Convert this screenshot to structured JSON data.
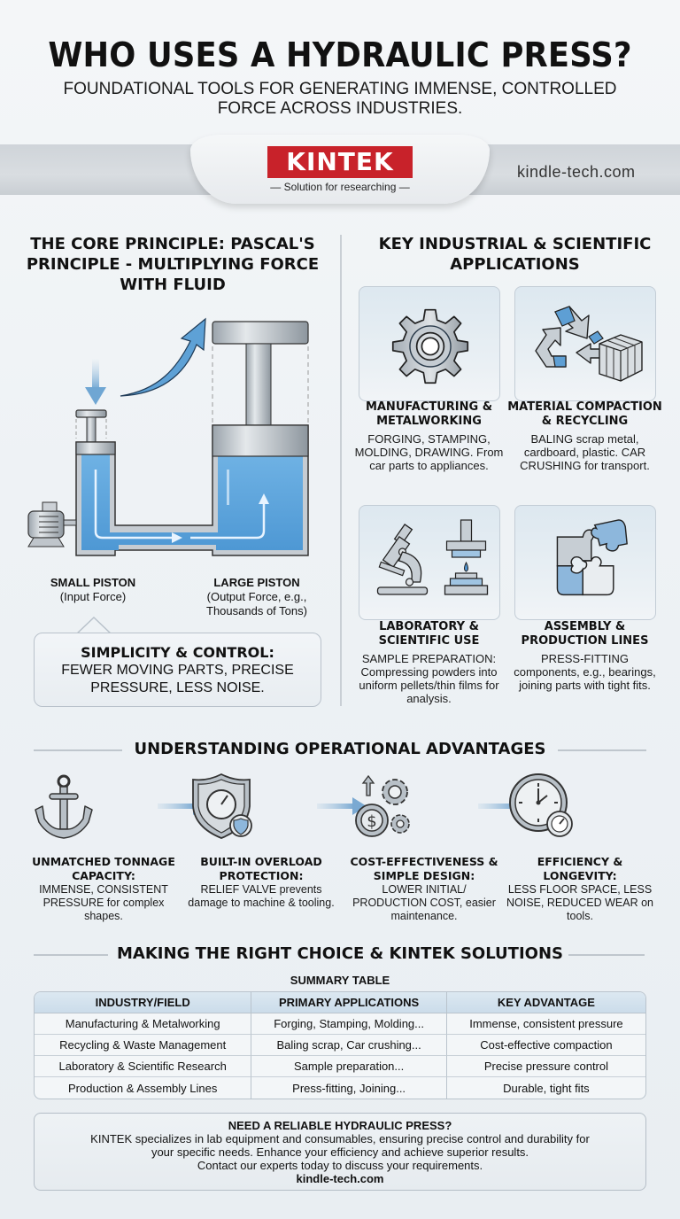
{
  "header": {
    "title": "WHO USES A HYDRAULIC PRESS?",
    "subtitle": "FOUNDATIONAL TOOLS FOR GENERATING IMMENSE, CONTROLLED FORCE ACROSS INDUSTRIES.",
    "logo": "KINTEK",
    "tagline": "— Solution for researching —",
    "site": "kindle-tech.com",
    "brand_color": "#c8222a"
  },
  "core": {
    "heading": "THE CORE PRINCIPLE: PASCAL'S PRINCIPLE - MULTIPLYING FORCE WITH FLUID",
    "small_piston_title": "SMALL PISTON",
    "small_piston_desc": "(Input Force)",
    "large_piston_title": "LARGE PISTON",
    "large_piston_desc": "(Output Force, e.g., Thousands of Tons)",
    "callout_title": "SIMPLICITY & CONTROL:",
    "callout_body": "FEWER MOVING PARTS, PRECISE PRESSURE, LESS NOISE.",
    "fluid_color": "#5ba4dc"
  },
  "applications": {
    "heading": "KEY INDUSTRIAL & SCIENTIFIC APPLICATIONS",
    "cards": [
      {
        "icon": "gear-icon",
        "title": "MANUFACTURING & METALWORKING",
        "body": "FORGING, STAMPING, MOLDING, DRAWING. From car parts to appliances."
      },
      {
        "icon": "recycle-bale-icon",
        "title": "MATERIAL COMPACTION & RECYCLING",
        "body": "BALING scrap metal, cardboard, plastic. CAR CRUSHING for transport."
      },
      {
        "icon": "microscope-press-icon",
        "title": "LABORATORY & SCIENTIFIC USE",
        "body": "SAMPLE PREPARATION: Compressing powders into uniform pellets/thin films for analysis."
      },
      {
        "icon": "puzzle-icon",
        "title": "ASSEMBLY & PRODUCTION LINES",
        "body": "PRESS-FITTING components, e.g., bearings, joining parts with tight fits."
      }
    ]
  },
  "advantages": {
    "heading": "UNDERSTANDING OPERATIONAL ADVANTAGES",
    "items": [
      {
        "icon": "anchor-icon",
        "title": "UNMATCHED TONNAGE CAPACITY:",
        "body": "IMMENSE, CONSISTENT PRESSURE for complex shapes."
      },
      {
        "icon": "shield-gauge-icon",
        "title": "BUILT-IN OVERLOAD PROTECTION:",
        "body": "RELIEF VALVE prevents damage to machine & tooling."
      },
      {
        "icon": "dollar-gears-icon",
        "title": "COST-EFFECTIVENESS & SIMPLE DESIGN:",
        "body": "LOWER INITIAL/ PRODUCTION COST, easier maintenance."
      },
      {
        "icon": "clock-gauge-icon",
        "title": "EFFICIENCY & LONGEVITY:",
        "body": "LESS FLOOR SPACE, LESS NOISE, REDUCED WEAR on tools."
      }
    ]
  },
  "summary": {
    "heading": "MAKING THE RIGHT CHOICE & KINTEK SOLUTIONS",
    "table_title": "SUMMARY TABLE",
    "columns": [
      "INDUSTRY/FIELD",
      "PRIMARY APPLICATIONS",
      "KEY ADVANTAGE"
    ],
    "rows": [
      [
        "Manufacturing & Metalworking",
        "Forging, Stamping, Molding...",
        "Immense, consistent pressure"
      ],
      [
        "Recycling & Waste Management",
        "Baling scrap, Car crushing...",
        "Cost-effective compaction"
      ],
      [
        "Laboratory & Scientific Research",
        "Sample preparation...",
        "Precise pressure control"
      ],
      [
        "Production & Assembly Lines",
        "Press-fitting, Joining...",
        "Durable, tight fits"
      ]
    ]
  },
  "cta": {
    "title": "NEED A RELIABLE HYDRAULIC PRESS?",
    "line1": "KINTEK specializes in lab equipment and consumables, ensuring precise control and durability for",
    "line2": "your specific needs. Enhance your efficiency and achieve superior results.",
    "line3": "Contact our experts today to discuss your requirements.",
    "url": "kindle-tech.com"
  }
}
